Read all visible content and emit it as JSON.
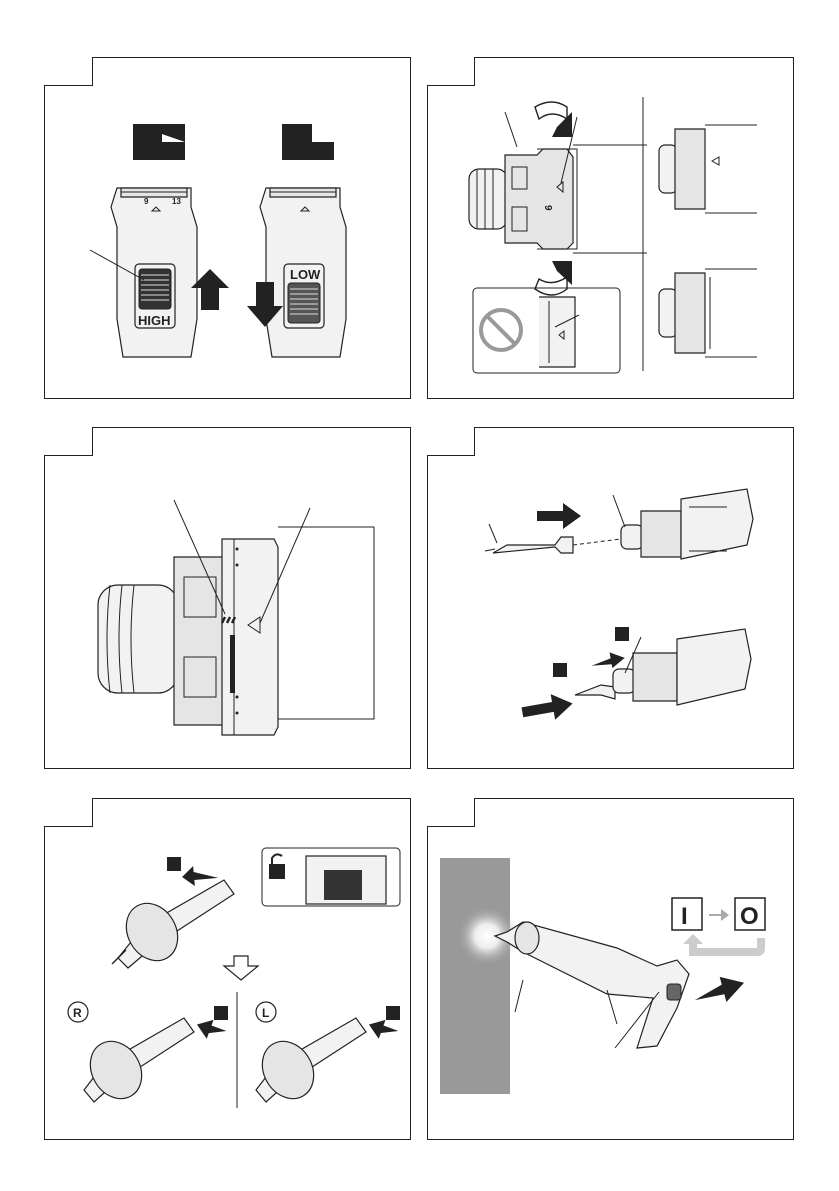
{
  "figures": [
    {
      "id": "fig1",
      "switch_labels": {
        "high": "HIGH",
        "low": "LOW"
      },
      "dial_marks": {
        "left": "9",
        "right": "13"
      }
    },
    {
      "id": "fig2",
      "dial_mark": "9"
    },
    {
      "id": "fig3"
    },
    {
      "id": "fig4"
    },
    {
      "id": "fig5",
      "rotation_labels": {
        "right": "R",
        "left": "L"
      }
    },
    {
      "id": "fig6",
      "switch_symbols": {
        "on": "I",
        "off": "O"
      }
    }
  ]
}
